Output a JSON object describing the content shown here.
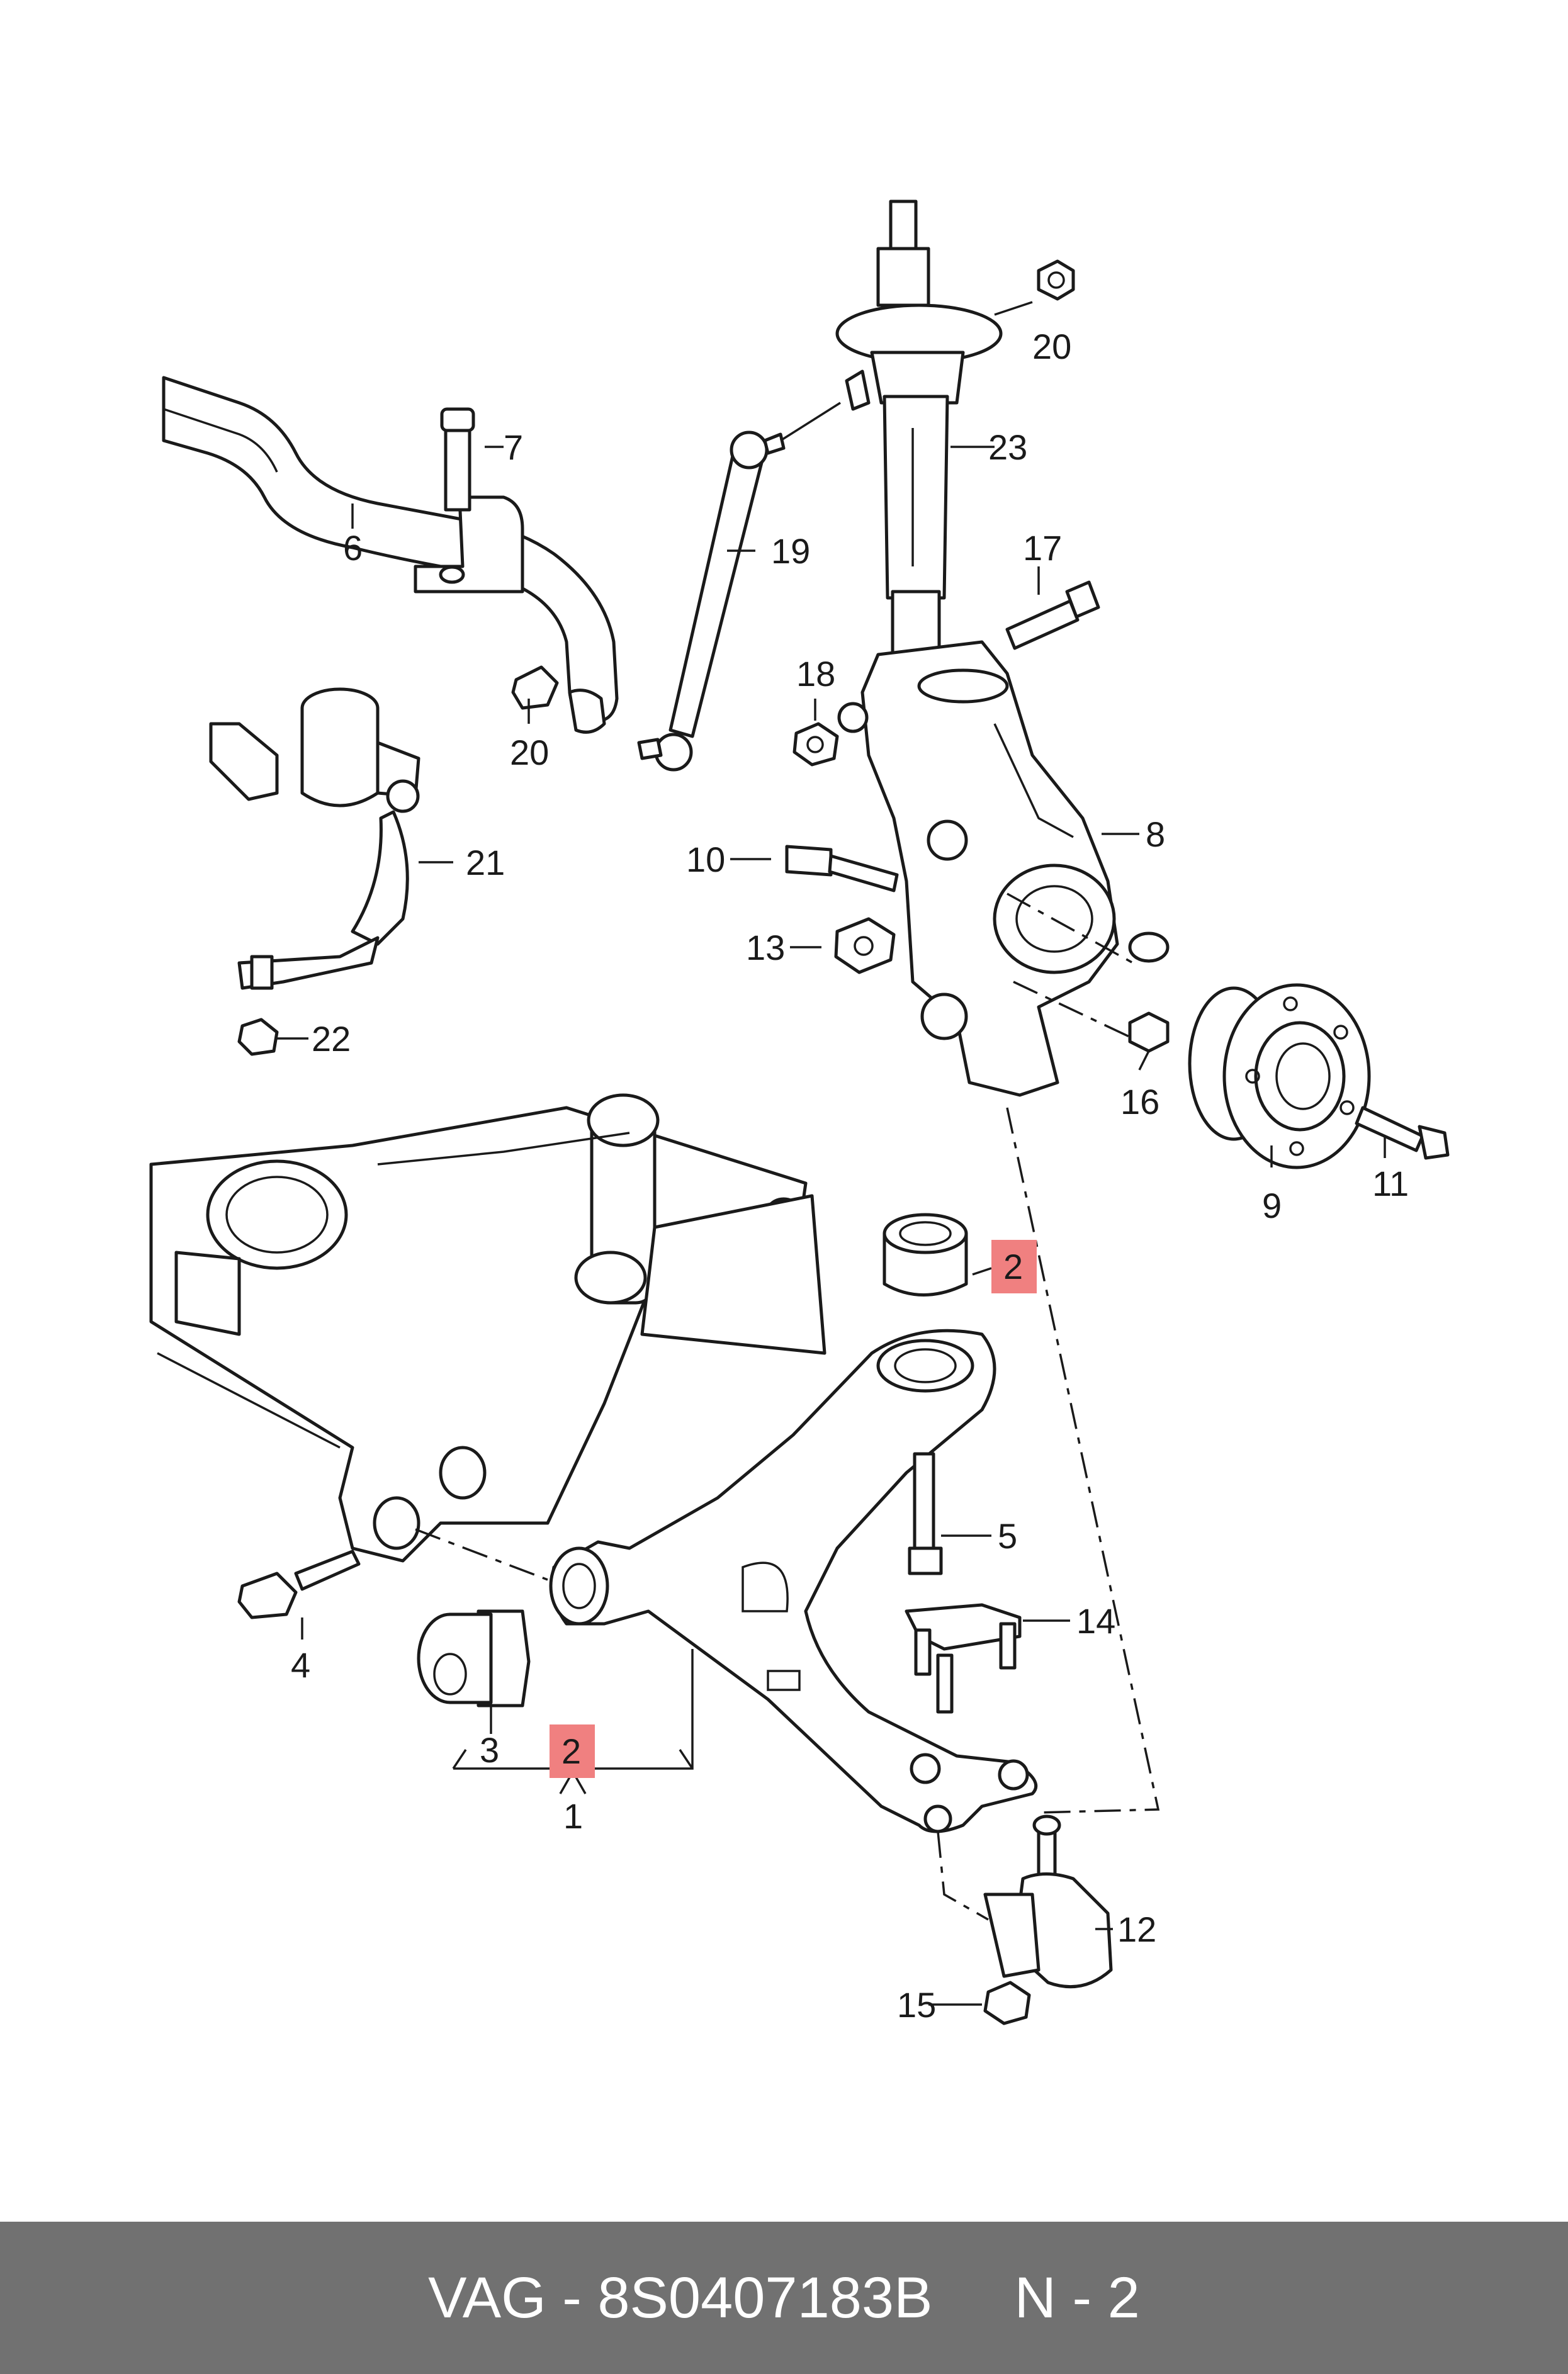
{
  "callouts": [
    "1",
    "2",
    "3",
    "4",
    "5",
    "6",
    "7",
    "8",
    "9",
    "10",
    "11",
    "12",
    "13",
    "14",
    "15",
    "16",
    "17",
    "18",
    "19",
    "20",
    "21",
    "22",
    "23"
  ],
  "highlight_label": "2",
  "highlight_color": "#f08080",
  "footer": {
    "part_number": "VAG - 8S0407183B",
    "page_ref": "N - 2"
  }
}
